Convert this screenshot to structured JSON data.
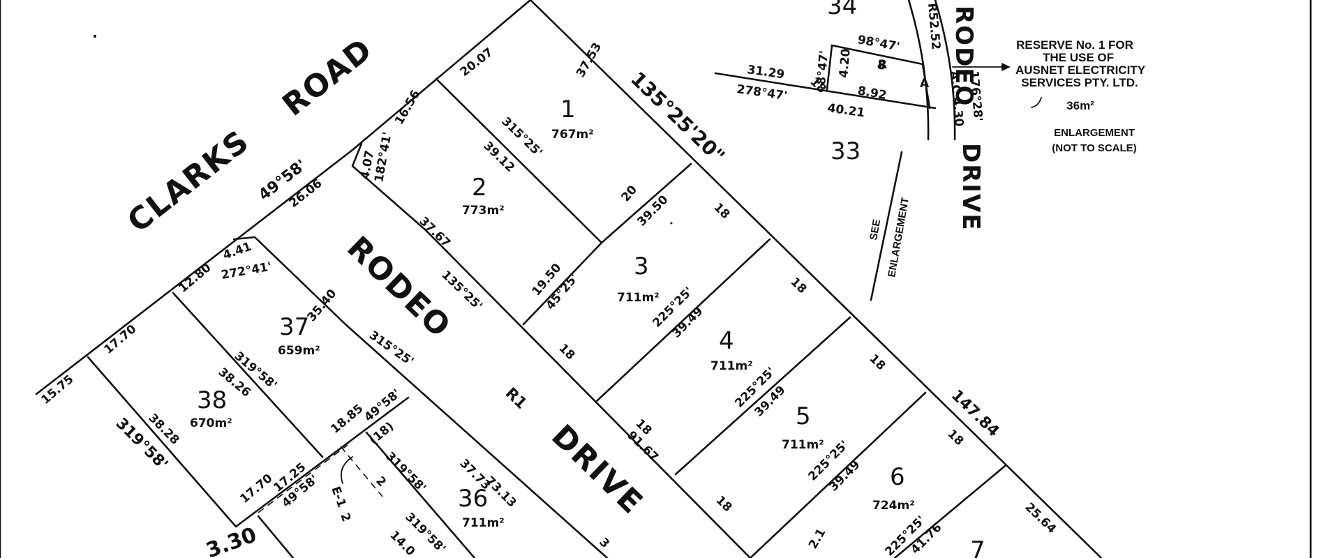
{
  "roads": {
    "clarks": "CLARKS",
    "road": "ROAD",
    "rodeo": "RODEO",
    "drive": "DRIVE",
    "rodeo_top": "RODEO",
    "drive_right": "DRIVE"
  },
  "reserve_note": {
    "line1": "RESERVE No. 1 FOR",
    "line2": "THE USE OF",
    "line3": "AUSNET ELECTRICITY",
    "line4": "SERVICES PTY. LTD.",
    "area": "36m²",
    "enlargement1": "ENLARGEMENT",
    "enlargement2": "(NOT TO SCALE)"
  },
  "see_enlargement": {
    "line1": "SEE",
    "line2": "ENLARGEMENT"
  },
  "lots": [
    {
      "number": "1",
      "area": "767m²"
    },
    {
      "number": "2",
      "area": "773m²"
    },
    {
      "number": "3",
      "area": "711m²"
    },
    {
      "number": "4",
      "area": "711m²"
    },
    {
      "number": "5",
      "area": "711m²"
    },
    {
      "number": "6",
      "area": "724m²"
    },
    {
      "number": "7",
      "area": ""
    },
    {
      "number": "37",
      "area": "659m²"
    },
    {
      "number": "38",
      "area": "670m²"
    },
    {
      "number": "36",
      "area": "711m²"
    },
    {
      "number": "33",
      "area": ""
    },
    {
      "number": "34",
      "area": ""
    }
  ],
  "reserve_lot": {
    "r_label": "R",
    "a_label": "A"
  },
  "road_reserve": "R1",
  "dimensions": {
    "clarks_frontage_brg": "49°58'",
    "lot2_front": "26.06",
    "lot2_front_b": "16.56",
    "trunc_len": "4.07",
    "trunc_brg": "182°41'",
    "lot1_front": "20.07",
    "lot1_side": "37.53",
    "east_bearing": "135°25'20\"",
    "lot2_brg": "315°25'",
    "lot2_len": "39.12",
    "lot2_depth": "37.67",
    "rodeo_brg": "135°25'",
    "d_20": "20",
    "lot3_len": "39.50",
    "lot3_front": "19.50",
    "lot3_brg": "45°25'",
    "d_18_a": "18",
    "d_18_b": "18",
    "d_18_c": "18",
    "d_18_d": "18",
    "d_18_e": "18",
    "d_18_f": "18",
    "d_18_g": "18",
    "d_18_h": "18",
    "lot4_brg": "225°25'",
    "lot4_len": "39.49",
    "lot5_brg": "225°25'",
    "lot5_len": "39.49",
    "lot6_brg": "225°25'",
    "lot6_len": "39.49",
    "lot7_brg": "225°25'",
    "lot7_len": "41.76",
    "east_total": "147.84",
    "lot7_side": "25.64",
    "drive_len": "91.67",
    "lot37_trunc": "4.41",
    "lot37_trunc_brg": "272°41'",
    "lot37_front": "12.80",
    "lot37_depth": "35.40",
    "lot37_brg": "315°25'",
    "lot37_side_brg": "319°58'",
    "lot37_side": "38.26",
    "lot38_front": "17.70",
    "lot38_corner": "15.75",
    "lot38_side": "38.28",
    "lot38_brg": "319°58'",
    "lot36_front": "18.85",
    "lot36_a": "49°58'",
    "lot36_b": "(18)",
    "lot36_c": "319°58'",
    "lot36_d": "2",
    "lot36_depth": "37.73",
    "lot36_total": "73.13",
    "lot36_e": "319°58'",
    "lot36_f": "14.0",
    "lot38_base": "17.70",
    "lot38_sub": "17.25",
    "lot38_sub_brg": "49°58'",
    "lot38_sub_b": "E-1",
    "lot38_sub_c": "2",
    "bottom_a": "3.30",
    "bottom_b": "3",
    "east_low": "2.1",
    "rodeo_top_len": "R52.52",
    "brg_98": "98°47'",
    "len_420": "4.20",
    "brg_8": "8°47'",
    "len_892": "8.92",
    "len_3129": "31.29",
    "brg_278": "278°47'",
    "len_4021": "40.21",
    "brg_176": "176°28'",
    "arc_430": "A.C 4.30",
    "zoom_8": "8"
  }
}
